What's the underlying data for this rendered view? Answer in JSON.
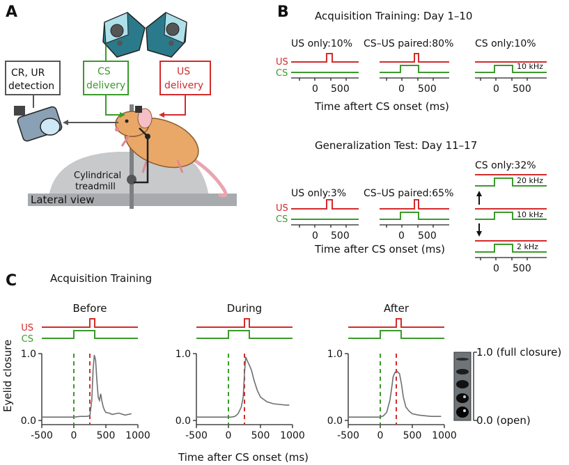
{
  "panels": {
    "a": "A",
    "b": "B",
    "c": "C"
  },
  "panel_a": {
    "cr_box": [
      "CR, UR",
      "detection"
    ],
    "cs_box": [
      "CS",
      "delivery"
    ],
    "us_box": [
      "US",
      "delivery"
    ],
    "treadmill": [
      "Cylindrical",
      "treadmill"
    ],
    "view": "Lateral view"
  },
  "panel_b": {
    "acq_title": "Acquisition Training: Day 1–10",
    "gen_title": "Generalization Test: Day 11–17",
    "acq_labels": [
      "US only:10%",
      "CS–US paired:80%",
      "CS only:10%"
    ],
    "gen_labels": [
      "US only:3%",
      "CS–US paired:65%",
      "CS only:32%"
    ],
    "acq_xlabel": "Time aftert CS onset (ms)",
    "gen_xlabel": "Time after CS onset (ms)",
    "us": "US",
    "cs": "CS",
    "tick0": "0",
    "tick500": "500",
    "freq_acq": "10 kHz",
    "freq_gen": [
      "20 kHz",
      "10 kHz",
      "2 kHz"
    ]
  },
  "panel_c": {
    "title": "Acquisition Training",
    "ylabel": "Eyelid closure",
    "xlabel": "Time after CS onset (ms)",
    "us": "US",
    "cs": "CS",
    "right_top": "1.0 (full closure)",
    "right_bottom": "0.0 (open)"
  },
  "chart_data": [
    {
      "type": "line",
      "title": "Before",
      "xlim": [
        -500,
        1000
      ],
      "ylim": [
        0,
        1
      ],
      "xticks": [
        "-500",
        "0",
        "500",
        "1000"
      ],
      "yticks": [
        "0.0",
        "1.0"
      ],
      "cs_onset": 0,
      "us_onset": 250,
      "x": [
        -500,
        -400,
        -300,
        -200,
        -100,
        0,
        100,
        200,
        250,
        280,
        300,
        320,
        340,
        360,
        380,
        400,
        420,
        440,
        460,
        480,
        500,
        550,
        600,
        700,
        800,
        900
      ],
      "y": [
        0.05,
        0.05,
        0.05,
        0.05,
        0.05,
        0.05,
        0.06,
        0.06,
        0.07,
        0.3,
        0.75,
        0.98,
        0.9,
        0.6,
        0.35,
        0.3,
        0.4,
        0.28,
        0.2,
        0.15,
        0.12,
        0.11,
        0.09,
        0.11,
        0.08,
        0.1
      ]
    },
    {
      "type": "line",
      "title": "During",
      "xlim": [
        -500,
        1000
      ],
      "ylim": [
        0,
        1
      ],
      "xticks": [
        "-500",
        "0",
        "500",
        "1000"
      ],
      "yticks": [
        "0.0",
        "1.0"
      ],
      "cs_onset": 0,
      "us_onset": 250,
      "x": [
        -500,
        -300,
        -100,
        0,
        50,
        100,
        150,
        200,
        230,
        250,
        270,
        300,
        330,
        360,
        400,
        450,
        500,
        600,
        700,
        800,
        900,
        950
      ],
      "y": [
        0.05,
        0.05,
        0.05,
        0.05,
        0.05,
        0.06,
        0.1,
        0.2,
        0.35,
        0.7,
        0.95,
        0.88,
        0.82,
        0.75,
        0.6,
        0.45,
        0.35,
        0.28,
        0.25,
        0.24,
        0.23,
        0.23
      ]
    },
    {
      "type": "line",
      "title": "After",
      "xlim": [
        -500,
        1000
      ],
      "ylim": [
        0,
        1
      ],
      "xticks": [
        "-500",
        "0",
        "500",
        "1000"
      ],
      "yticks": [
        "0.0",
        "1.0"
      ],
      "cs_onset": 0,
      "us_onset": 250,
      "x": [
        -500,
        -300,
        -100,
        0,
        50,
        100,
        150,
        180,
        200,
        230,
        260,
        300,
        330,
        360,
        400,
        450,
        500,
        600,
        700,
        800,
        900,
        950
      ],
      "y": [
        0.05,
        0.05,
        0.05,
        0.05,
        0.07,
        0.12,
        0.3,
        0.5,
        0.65,
        0.72,
        0.74,
        0.7,
        0.55,
        0.35,
        0.2,
        0.14,
        0.1,
        0.08,
        0.07,
        0.06,
        0.06,
        0.06
      ]
    }
  ]
}
